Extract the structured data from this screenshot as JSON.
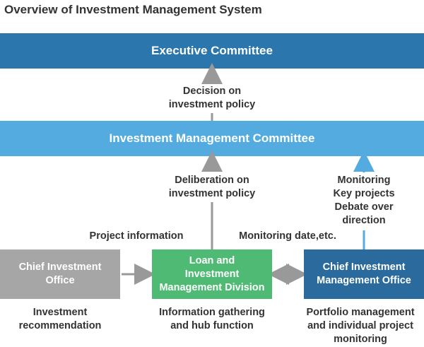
{
  "title": "Overview of Investment Management  System",
  "nodes": {
    "executive_committee": "Executive Committee",
    "investment_management_committee": "Investment Management Committee",
    "chief_investment_office": [
      "Chief Investment",
      "Office"
    ],
    "loan_division": [
      "Loan and",
      "Investment",
      "Management Division"
    ],
    "chief_investment_management_office": [
      "Chief Investment",
      "Management Office"
    ]
  },
  "edge_labels": {
    "decision": [
      "Decision on",
      "investment policy"
    ],
    "deliberation": [
      "Deliberation on",
      "investment policy"
    ],
    "monitoring": [
      "Monitoring",
      "Key projects",
      "Debate over",
      "direction"
    ],
    "project_information": "Project information",
    "monitoring_date": "Monitoring date,etc."
  },
  "captions": {
    "chief_investment_office": [
      "Investment",
      "recommendation"
    ],
    "loan_division": [
      "Information gathering",
      "and hub function"
    ],
    "chief_investment_management_office": [
      "Portfolio management",
      "and individual project",
      "monitoring"
    ]
  },
  "colors": {
    "executive": "#2b77ad",
    "committee": "#54abe0",
    "chief_office": "#a6a6a6",
    "loan_division": "#4fba74",
    "management_office": "#2a6a9c",
    "arrow": "#999999",
    "arrow_blue": "#54abe0"
  }
}
